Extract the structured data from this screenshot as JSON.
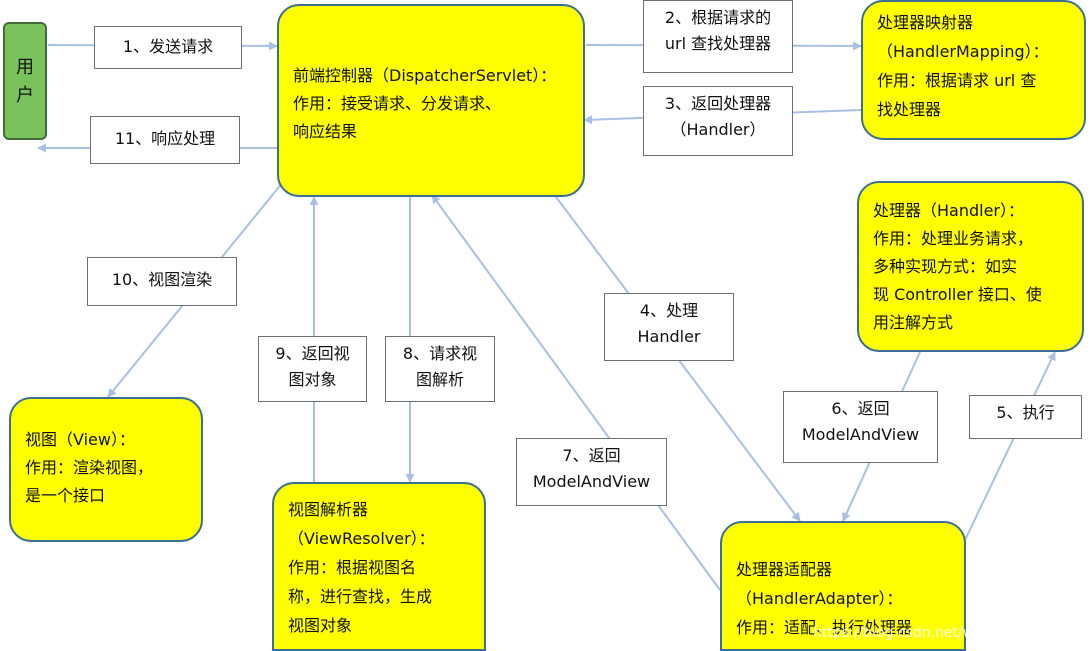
{
  "colors": {
    "node_fill": "#ffff00",
    "user_fill": "#7ac35c",
    "arrow": "#a7c0e3"
  },
  "nodes": {
    "user": "用\n户",
    "dispatcher": "前端控制器（DispatcherServlet）：\n作用：接受请求、分发请求、\n响应结果",
    "handler_mapping": "处理器映射器\n（HandlerMapping）：\n作用：根据请求 url 查\n找处理器",
    "handler": "处理器（Handler）：\n作用：处理业务请求，\n多种实现方式：如实\n现 Controller 接口、使\n用注解方式",
    "view": "视图（View）：\n作用：渲染视图，\n是一个接口",
    "view_resolver": "视图解析器\n（ViewResolver）：\n作用：根据视图名\n称，进行查找，生成\n视图对象",
    "handler_adapter": "处理器适配器\n（HandlerAdapter）：\n作用：适配、执行处理器"
  },
  "labels": {
    "step1": "1、发送请求",
    "step2": "2、根据请求的\nurl 查找处理器",
    "step3": "3、返回处理器\n（Handler）",
    "step4": "4、处理\nHandler",
    "step5": "5、执行",
    "step6": "6、返回\nModelAndView",
    "step7": "7、返回\nModelAndView",
    "step8": "8、请求视\n图解析",
    "step9": "9、返回视\n图对象",
    "step10": "10、视图渲染",
    "step11": "11、响应处理"
  },
  "watermark": "https://blog.csdn.net/weixin_45627031"
}
